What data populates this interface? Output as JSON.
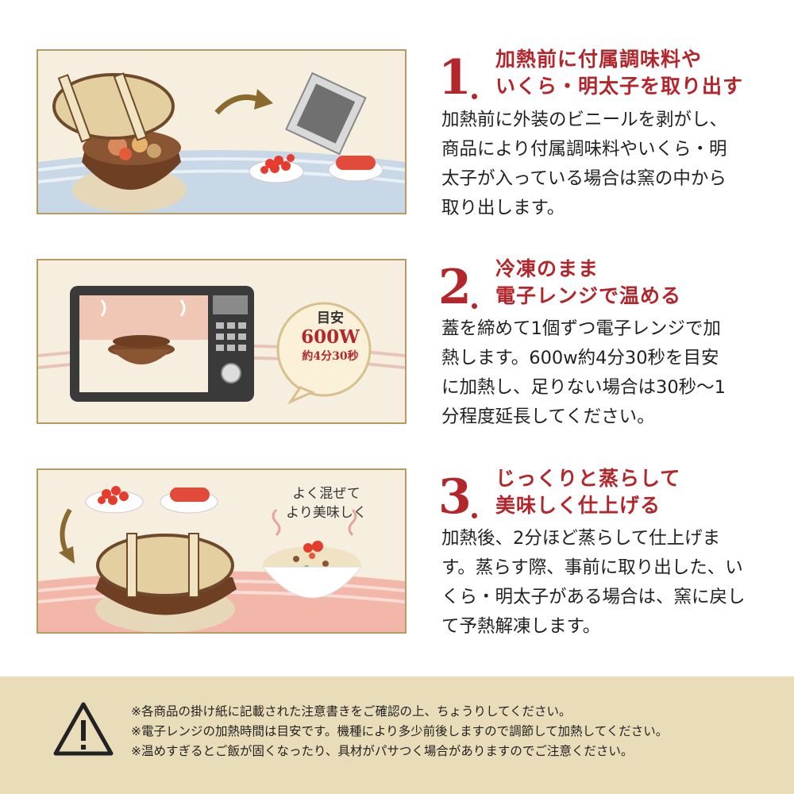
{
  "steps": [
    {
      "number": "1",
      "title_lines": [
        "加熱前に付属調味料や",
        "いくら・明太子を取り出す"
      ],
      "body_lines": [
        "加熱前に外装のビニールを剥がし、",
        "商品により付属調味料やいくら・明",
        "太子が入っている場合は窯の中から",
        "取り出します。"
      ]
    },
    {
      "number": "2",
      "title_lines": [
        "冷凍のまま",
        "電子レンジで温める"
      ],
      "body_lines": [
        "蓋を締めて1個ずつ電子レンジで加",
        "熱します。600w約4分30秒を目安",
        "に加熱し、足りない場合は30秒〜1",
        "分程度延長してください。"
      ],
      "badge": {
        "line1": "目安",
        "line2": "600W",
        "line3": "約4分30秒"
      }
    },
    {
      "number": "3",
      "title_lines": [
        "じっくりと蒸らして",
        "美味しく仕上げる"
      ],
      "body_lines": [
        "加熱後、2分ほど蒸らして仕上げま",
        "す。蒸らす際、事前に取り出した、い",
        "くら・明太子がある場合は、窯に戻し",
        "て予熱解凍します。"
      ],
      "bubble": {
        "line1": "よく混ぜて",
        "line2": "より美味しく"
      }
    }
  ],
  "footer": {
    "notes": [
      "※各商品の掛け紙に記載された注意書きをご確認の上、ちょうりしてください。",
      "※電子レンジの加熱時間は目安です。機種により多少前後しますので調節して加熱してください。",
      "※温めすぎるとご飯が固くなったり、具材がパサつく場合がありますのでご注意ください。"
    ],
    "icon": "warning-icon"
  },
  "colors": {
    "accent_red": "#b3262b",
    "panel_border": "#b99a66",
    "panel_bg": "#f6efe0",
    "footer_bg": "#e9dcb8",
    "microwave": "#3a3a3a",
    "pot_brown": "#7a4a2a"
  }
}
